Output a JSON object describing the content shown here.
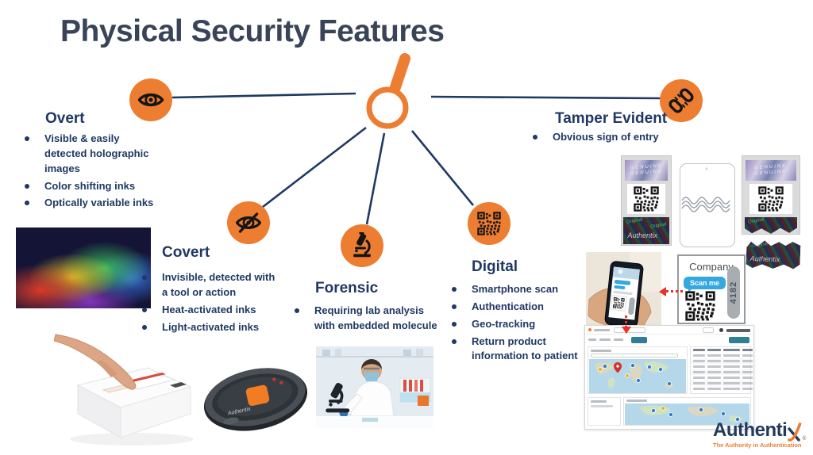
{
  "title": "Physical Security Features",
  "categories": [
    {
      "label": "Overt",
      "icon": "eye",
      "bullets": [
        "Visible & easily detected holographic images",
        "Color shifting inks",
        "Optically variable inks"
      ]
    },
    {
      "label": "Covert",
      "icon": "eye-off",
      "bullets": [
        "Invisible, detected with a tool or action",
        "Heat-activated inks",
        "Light-activated inks"
      ]
    },
    {
      "label": "Forensic",
      "icon": "microscope",
      "bullets": [
        "Requiring lab analysis with embedded molecule"
      ]
    },
    {
      "label": "Digital",
      "icon": "qr-code",
      "bullets": [
        "Smartphone scan",
        "Authentication",
        "Geo-tracking",
        "Return product information to patient"
      ]
    },
    {
      "label": "Tamper Evident",
      "icon": "broken-link",
      "bullets": [
        "Obvious sign of entry"
      ]
    }
  ],
  "scan_card": {
    "title": "Company",
    "button": "Scan me",
    "code": "4182"
  },
  "security_label": {
    "holo_text": "GENUINE",
    "brand": "Authentix",
    "pattern_word": "Original"
  },
  "device": {
    "brand": "Authentix"
  },
  "logo": {
    "brand_prefix": "Authenti",
    "reg": "®",
    "tagline": "The Authority in Authentication"
  },
  "colors": {
    "accent_orange": "#ED7D31",
    "navy": "#1F3864",
    "title": "#3A4458",
    "arrow_red": "#E8312A",
    "scan_blue": "#35A8E0",
    "dashboard_teal": "#2E7F93"
  }
}
